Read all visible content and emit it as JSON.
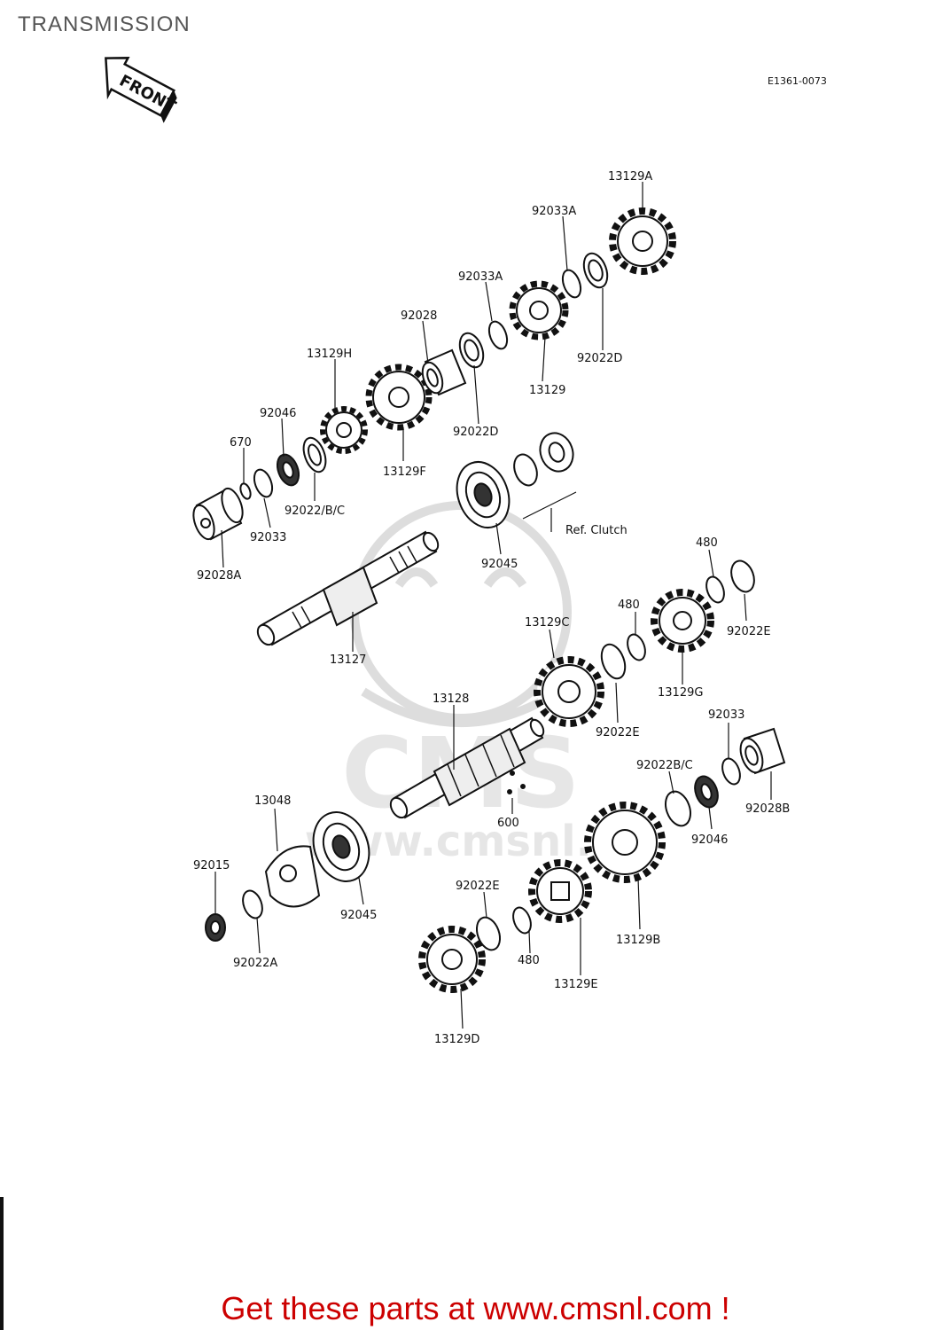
{
  "title": "TRANSMISSION",
  "diagram_code": "E1361-0073",
  "front_arrow_label": "FRONT",
  "ref_note": "Ref. Clutch",
  "watermark_text": "CMS",
  "watermark_url": "www.cmsnl.c",
  "footer_text": "Get these parts at www.cmsnl.com !",
  "footer_color": "#cc0000",
  "parts": {
    "p13129A": "13129A",
    "p92033A_top": "92033A",
    "p92033A_mid": "92033A",
    "p92028": "92028",
    "p92022D_right": "92022D",
    "p13129": "13129",
    "p92022D_left": "92022D",
    "p13129H": "13129H",
    "p92046_top": "92046",
    "p13129F": "13129F",
    "p670": "670",
    "p92022BC_top": "92022/B/C",
    "p92033_left": "92033",
    "p92028A": "92028A",
    "p92045_top": "92045",
    "p13127": "13127",
    "p480_top": "480",
    "p480_mid": "480",
    "p92022E_right": "92022E",
    "p13129C": "13129C",
    "p13129G": "13129G",
    "p92022E_mid": "92022E",
    "p13128": "13128",
    "p92033_right": "92033",
    "p92022BC_right": "92022B/C",
    "p92028B": "92028B",
    "p92046_bottom": "92046",
    "p600": "600",
    "p13048": "13048",
    "p92015": "92015",
    "p92045_bottom": "92045",
    "p92022A": "92022A",
    "p92022E_bottom": "92022E",
    "p480_bottom": "480",
    "p13129E": "13129E",
    "p13129B": "13129B",
    "p13129D": "13129D"
  }
}
